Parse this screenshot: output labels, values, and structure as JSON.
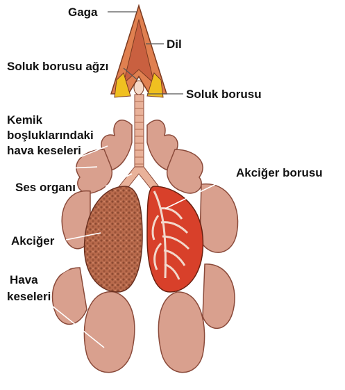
{
  "diagram": {
    "labels": {
      "gaga": "Gaga",
      "dil": "Dil",
      "soluk_borusu_agzi": "Soluk borusu ağzı",
      "soluk_borusu": "Soluk borusu",
      "kemik_line1": "Kemik",
      "kemik_line2": "boşluklarındaki",
      "kemik_line3": "hava keseleri",
      "ses_organi": "Ses organı",
      "akciger_borusu": "Akciğer borusu",
      "akciger": "Akciğer",
      "hava_line1": "Hava",
      "hava_line2": "keseleri"
    },
    "colors": {
      "sac_fill": "#d9a08e",
      "sac_stroke": "#8a4a3a",
      "lung_fill": "#b86a4c",
      "lung_red": "#d8402a",
      "beak_fill": "#e08050",
      "beak_yellow": "#f0c020",
      "trachea_fill": "#e9b29a"
    }
  }
}
